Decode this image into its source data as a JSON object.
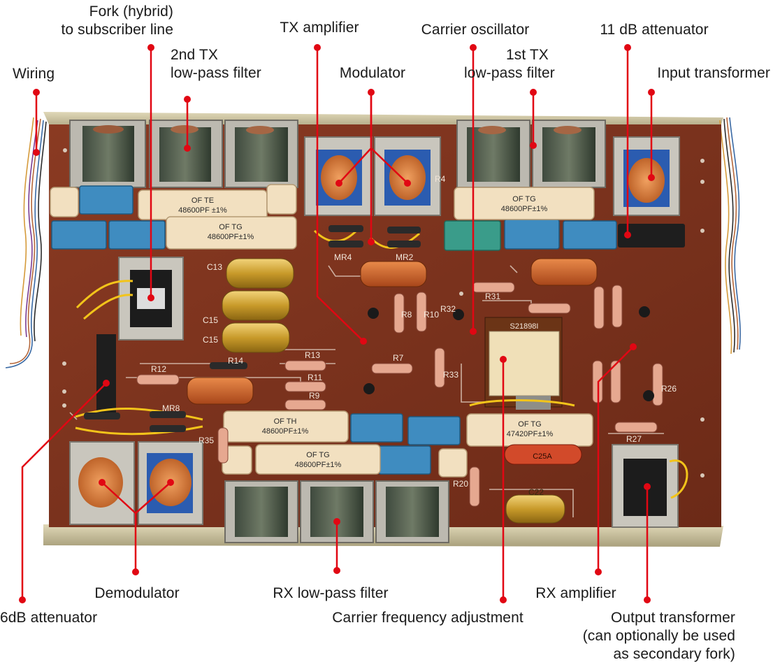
{
  "labels": {
    "fork": [
      "Fork (hybrid)",
      "to subscriber line"
    ],
    "wiring": "Wiring",
    "tx2_lpf": [
      "2nd TX",
      "low-pass filter"
    ],
    "tx_amp": "TX amplifier",
    "modulator": "Modulator",
    "carrier_osc": "Carrier oscillator",
    "tx1_lpf": [
      "1st TX",
      "low-pass filter"
    ],
    "atten11": "11 dB attenuator",
    "input_tf": "Input transformer",
    "atten6": "6dB attenuator",
    "demodulator": "Demodulator",
    "rx_lpf": "RX low-pass filter",
    "carrier_adj": "Carrier frequency adjustment",
    "rx_amp": "RX amplifier",
    "output_tf": [
      "Output transformer",
      "(can optionally be used",
      "as secondary fork)"
    ]
  },
  "component_markings": {
    "cap_top_left": [
      "OF      TE",
      "48600PF ±1%"
    ],
    "cap_top_left2": [
      "OF      TG",
      "48600PF±1%"
    ],
    "cap_top_right": [
      "OF      TG",
      "48600PF±1%"
    ],
    "cap_bottom_mid": [
      "OF      TH",
      "48600PF±1%"
    ],
    "cap_bottom_mid2": [
      "OF      TG",
      "48600PF±1%"
    ],
    "cap_bottom_right": [
      "OF      TG",
      "47420PF±1%"
    ],
    "red_cap": "C25A",
    "trimmer": "S21898I",
    "mr": [
      "MR4",
      "MR2",
      "MR8"
    ],
    "caps": [
      "C13",
      "C15",
      "C15",
      "C22"
    ],
    "resistors": [
      "R12",
      "R13",
      "R11",
      "R9",
      "R7",
      "R8",
      "R10",
      "R33",
      "R31",
      "R20",
      "R26",
      "R27",
      "R35",
      "R32",
      "R4",
      "R14"
    ]
  },
  "colors": {
    "pcb": "#7e3520",
    "accent": "#e10713",
    "chassis": "#c9bf9a"
  }
}
